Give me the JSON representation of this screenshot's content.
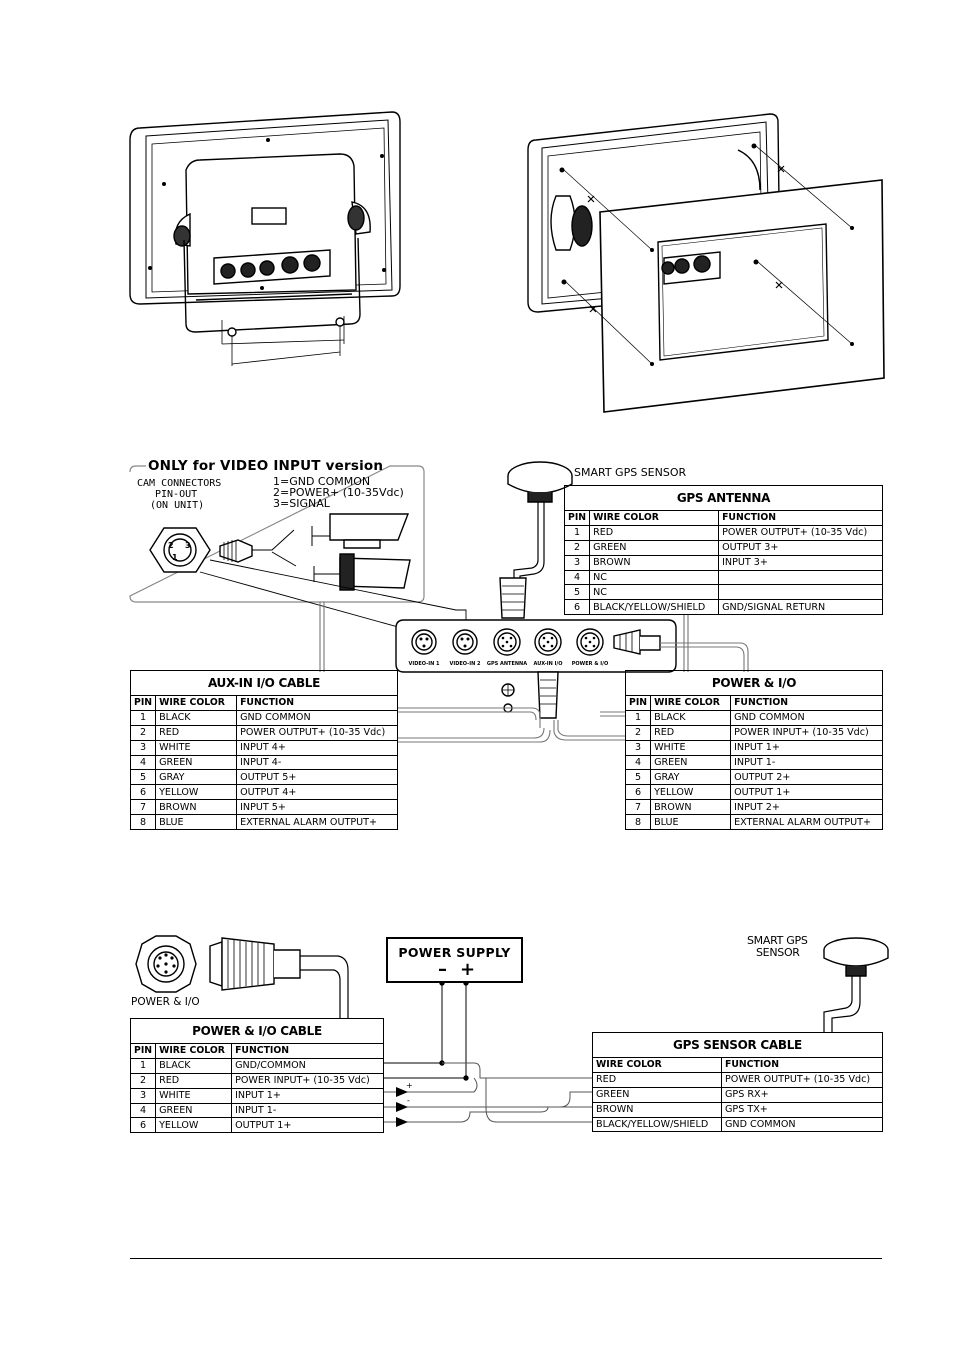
{
  "video_box": {
    "title": "ONLY for VIDEO INPUT version",
    "cam_label": [
      "CAM CONNECTORS",
      "PIN-OUT",
      "(ON UNIT)"
    ],
    "pins": [
      "1=GND COMMON",
      "2=POWER+ (10-35Vdc)",
      "3=SIGNAL"
    ],
    "connector_digits": [
      "2",
      "3",
      "1"
    ]
  },
  "smart_gps_label": "SMART GPS SENSOR",
  "connector_labels": [
    "VIDEO-IN 1",
    "VIDEO-IN 2",
    "GPS ANTENNA",
    "AUX-IN I/O",
    "POWER & I/O"
  ],
  "headers": {
    "pin": "PIN",
    "wire": "WIRE COLOR",
    "function": "FUNCTION"
  },
  "gps_antenna": {
    "title": "GPS ANTENNA",
    "rows": [
      {
        "pin": "1",
        "wire": "RED",
        "function": "POWER OUTPUT+ (10-35 Vdc)"
      },
      {
        "pin": "2",
        "wire": "GREEN",
        "function": "OUTPUT 3+"
      },
      {
        "pin": "3",
        "wire": "BROWN",
        "function": "INPUT 3+"
      },
      {
        "pin": "4",
        "wire": "NC",
        "function": ""
      },
      {
        "pin": "5",
        "wire": "NC",
        "function": ""
      },
      {
        "pin": "6",
        "wire": "BLACK/YELLOW/SHIELD",
        "function": "GND/SIGNAL RETURN"
      }
    ]
  },
  "aux_in": {
    "title": "AUX-IN I/O CABLE",
    "rows": [
      {
        "pin": "1",
        "wire": "BLACK",
        "function": "GND COMMON"
      },
      {
        "pin": "2",
        "wire": "RED",
        "function": "POWER OUTPUT+ (10-35 Vdc)"
      },
      {
        "pin": "3",
        "wire": "WHITE",
        "function": "INPUT 4+"
      },
      {
        "pin": "4",
        "wire": "GREEN",
        "function": "INPUT 4-"
      },
      {
        "pin": "5",
        "wire": "GRAY",
        "function": "OUTPUT 5+"
      },
      {
        "pin": "6",
        "wire": "YELLOW",
        "function": "OUTPUT 4+"
      },
      {
        "pin": "7",
        "wire": "BROWN",
        "function": "INPUT 5+"
      },
      {
        "pin": "8",
        "wire": "BLUE",
        "function": "EXTERNAL ALARM OUTPUT+"
      }
    ]
  },
  "power_io": {
    "title": "POWER & I/O",
    "rows": [
      {
        "pin": "1",
        "wire": "BLACK",
        "function": "GND COMMON"
      },
      {
        "pin": "2",
        "wire": "RED",
        "function": "POWER INPUT+ (10-35 Vdc)"
      },
      {
        "pin": "3",
        "wire": "WHITE",
        "function": "INPUT 1+"
      },
      {
        "pin": "4",
        "wire": "GREEN",
        "function": "INPUT 1-"
      },
      {
        "pin": "5",
        "wire": "GRAY",
        "function": "OUTPUT 2+"
      },
      {
        "pin": "6",
        "wire": "YELLOW",
        "function": "OUTPUT 1+"
      },
      {
        "pin": "7",
        "wire": "BROWN",
        "function": "INPUT 2+"
      },
      {
        "pin": "8",
        "wire": "BLUE",
        "function": "EXTERNAL ALARM OUTPUT+"
      }
    ]
  },
  "bottom": {
    "connector_label": "POWER & I/O",
    "power_supply": {
      "title": "POWER SUPPLY",
      "minus": "–",
      "plus": "+"
    },
    "smart_gps_label": [
      "SMART GPS",
      "SENSOR"
    ],
    "arrow_plus": "+",
    "arrow_minus": "-",
    "power_io_cable": {
      "title": "POWER & I/O CABLE",
      "rows": [
        {
          "pin": "1",
          "wire": "BLACK",
          "function": "GND/COMMON"
        },
        {
          "pin": "2",
          "wire": "RED",
          "function": "POWER INPUT+ (10-35 Vdc)"
        },
        {
          "pin": "3",
          "wire": "WHITE",
          "function": "INPUT 1+"
        },
        {
          "pin": "4",
          "wire": "GREEN",
          "function": "INPUT 1-"
        },
        {
          "pin": "6",
          "wire": "YELLOW",
          "function": "OUTPUT 1+"
        }
      ]
    },
    "gps_sensor_cable": {
      "title": "GPS SENSOR CABLE",
      "rows": [
        {
          "wire": "RED",
          "function": "POWER OUTPUT+ (10-35 Vdc)"
        },
        {
          "wire": "GREEN",
          "function": "GPS RX+"
        },
        {
          "wire": "BROWN",
          "function": "GPS TX+"
        },
        {
          "wire": "BLACK/YELLOW/SHIELD",
          "function": "GND COMMON"
        }
      ]
    }
  }
}
